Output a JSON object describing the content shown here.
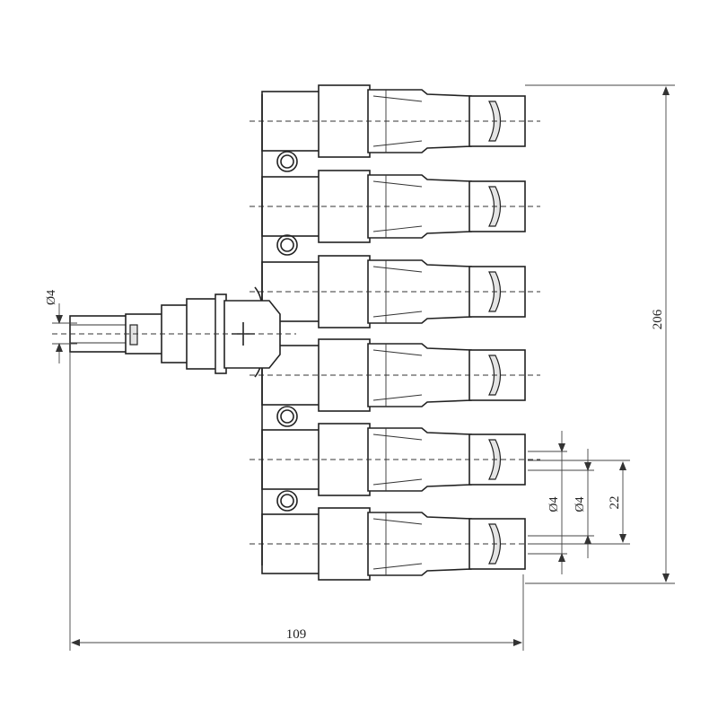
{
  "dimensions": {
    "overall_width": "109",
    "overall_height": "206",
    "pitch": "22",
    "input_diameter": "Ø4",
    "outlet_diameter_a": "Ø4",
    "outlet_diameter_b": "Ø4"
  },
  "symbols": {
    "polarity": "+"
  },
  "colors": {
    "line": "#222222",
    "background": "#ffffff"
  }
}
